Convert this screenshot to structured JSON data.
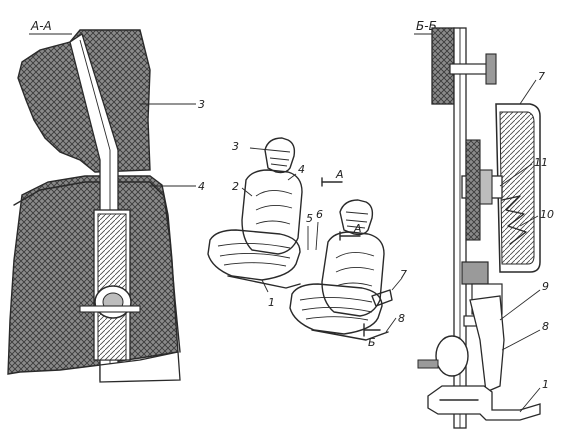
{
  "sections": {
    "aa": "А-А",
    "bb": "Б-Б"
  },
  "labels": {
    "aa_3": "3",
    "aa_4": "4",
    "seat_3": "3",
    "seat_2": "2",
    "seat_4": "4",
    "seat_1": "1",
    "seat_5": "5",
    "seat_6": "6",
    "seat_7": "7",
    "seat_8": "8",
    "cut_a_top": "А",
    "cut_a_mid": "А",
    "cut_b": "Б",
    "bb_7": "7",
    "bb_11": "11",
    "bb_10": "10",
    "bb_9": "9",
    "bb_8": "8",
    "bb_1": "1"
  }
}
